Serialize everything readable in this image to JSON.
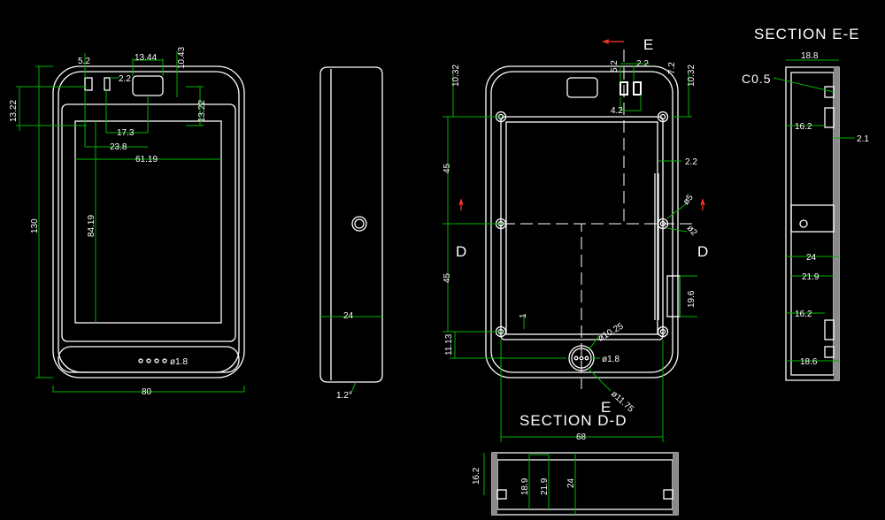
{
  "colors": {
    "background": "#000000",
    "outline": "#ffffff",
    "dimension": "#00b400",
    "cut_marker": "#ff3a2a"
  },
  "front_view": {
    "dims": {
      "top_slot": "5.2",
      "button_width": "13.44",
      "button_offset": "10.43",
      "left_top": "13.22",
      "slot_gap": "2.2",
      "right_top": "13.22",
      "dist_17": "17.3",
      "dist_23": "23.8",
      "screen_width": "61.19",
      "screen_height": "84.19",
      "height": "130",
      "width": "80",
      "hole_dia": "ø1.8"
    }
  },
  "side_view": {
    "dims": {
      "depth": "24",
      "draft": "1.2°"
    }
  },
  "back_view": {
    "labels": {
      "section_e_marker": "E",
      "section_d_left": "D",
      "section_d_right": "D",
      "section_e_bottom": "E"
    },
    "dims": {
      "top_left": "10.32",
      "slot_a": "5.2",
      "slot_gap": "2.2",
      "slot_b": "7.2",
      "top_right": "10.32",
      "slot_offset": "4.2",
      "upper_45": "45",
      "lower_45": "45",
      "rib": "2.2",
      "boss_dia": "ø5",
      "boss_hole": "ø2",
      "latch": "19.6",
      "bottom_offset": "11.13",
      "step": "1",
      "connector_outer": "ø10.25",
      "connector_pin": "ø1.8",
      "connector_rim": "ø11.75",
      "width": "68"
    }
  },
  "section_dd": {
    "title": "SECTION D-D",
    "dims": {
      "d1": "16.2",
      "d2": "18.9",
      "d3": "21.9",
      "d4": "24"
    }
  },
  "section_ee": {
    "title": "SECTION E-E",
    "dims": {
      "chamfer": "C0.5",
      "top": "18.8",
      "upper_step": "16.2",
      "wall": "2.1",
      "depth": "24",
      "inner": "21.9",
      "lower_step": "16.2",
      "bottom": "18.6"
    }
  }
}
